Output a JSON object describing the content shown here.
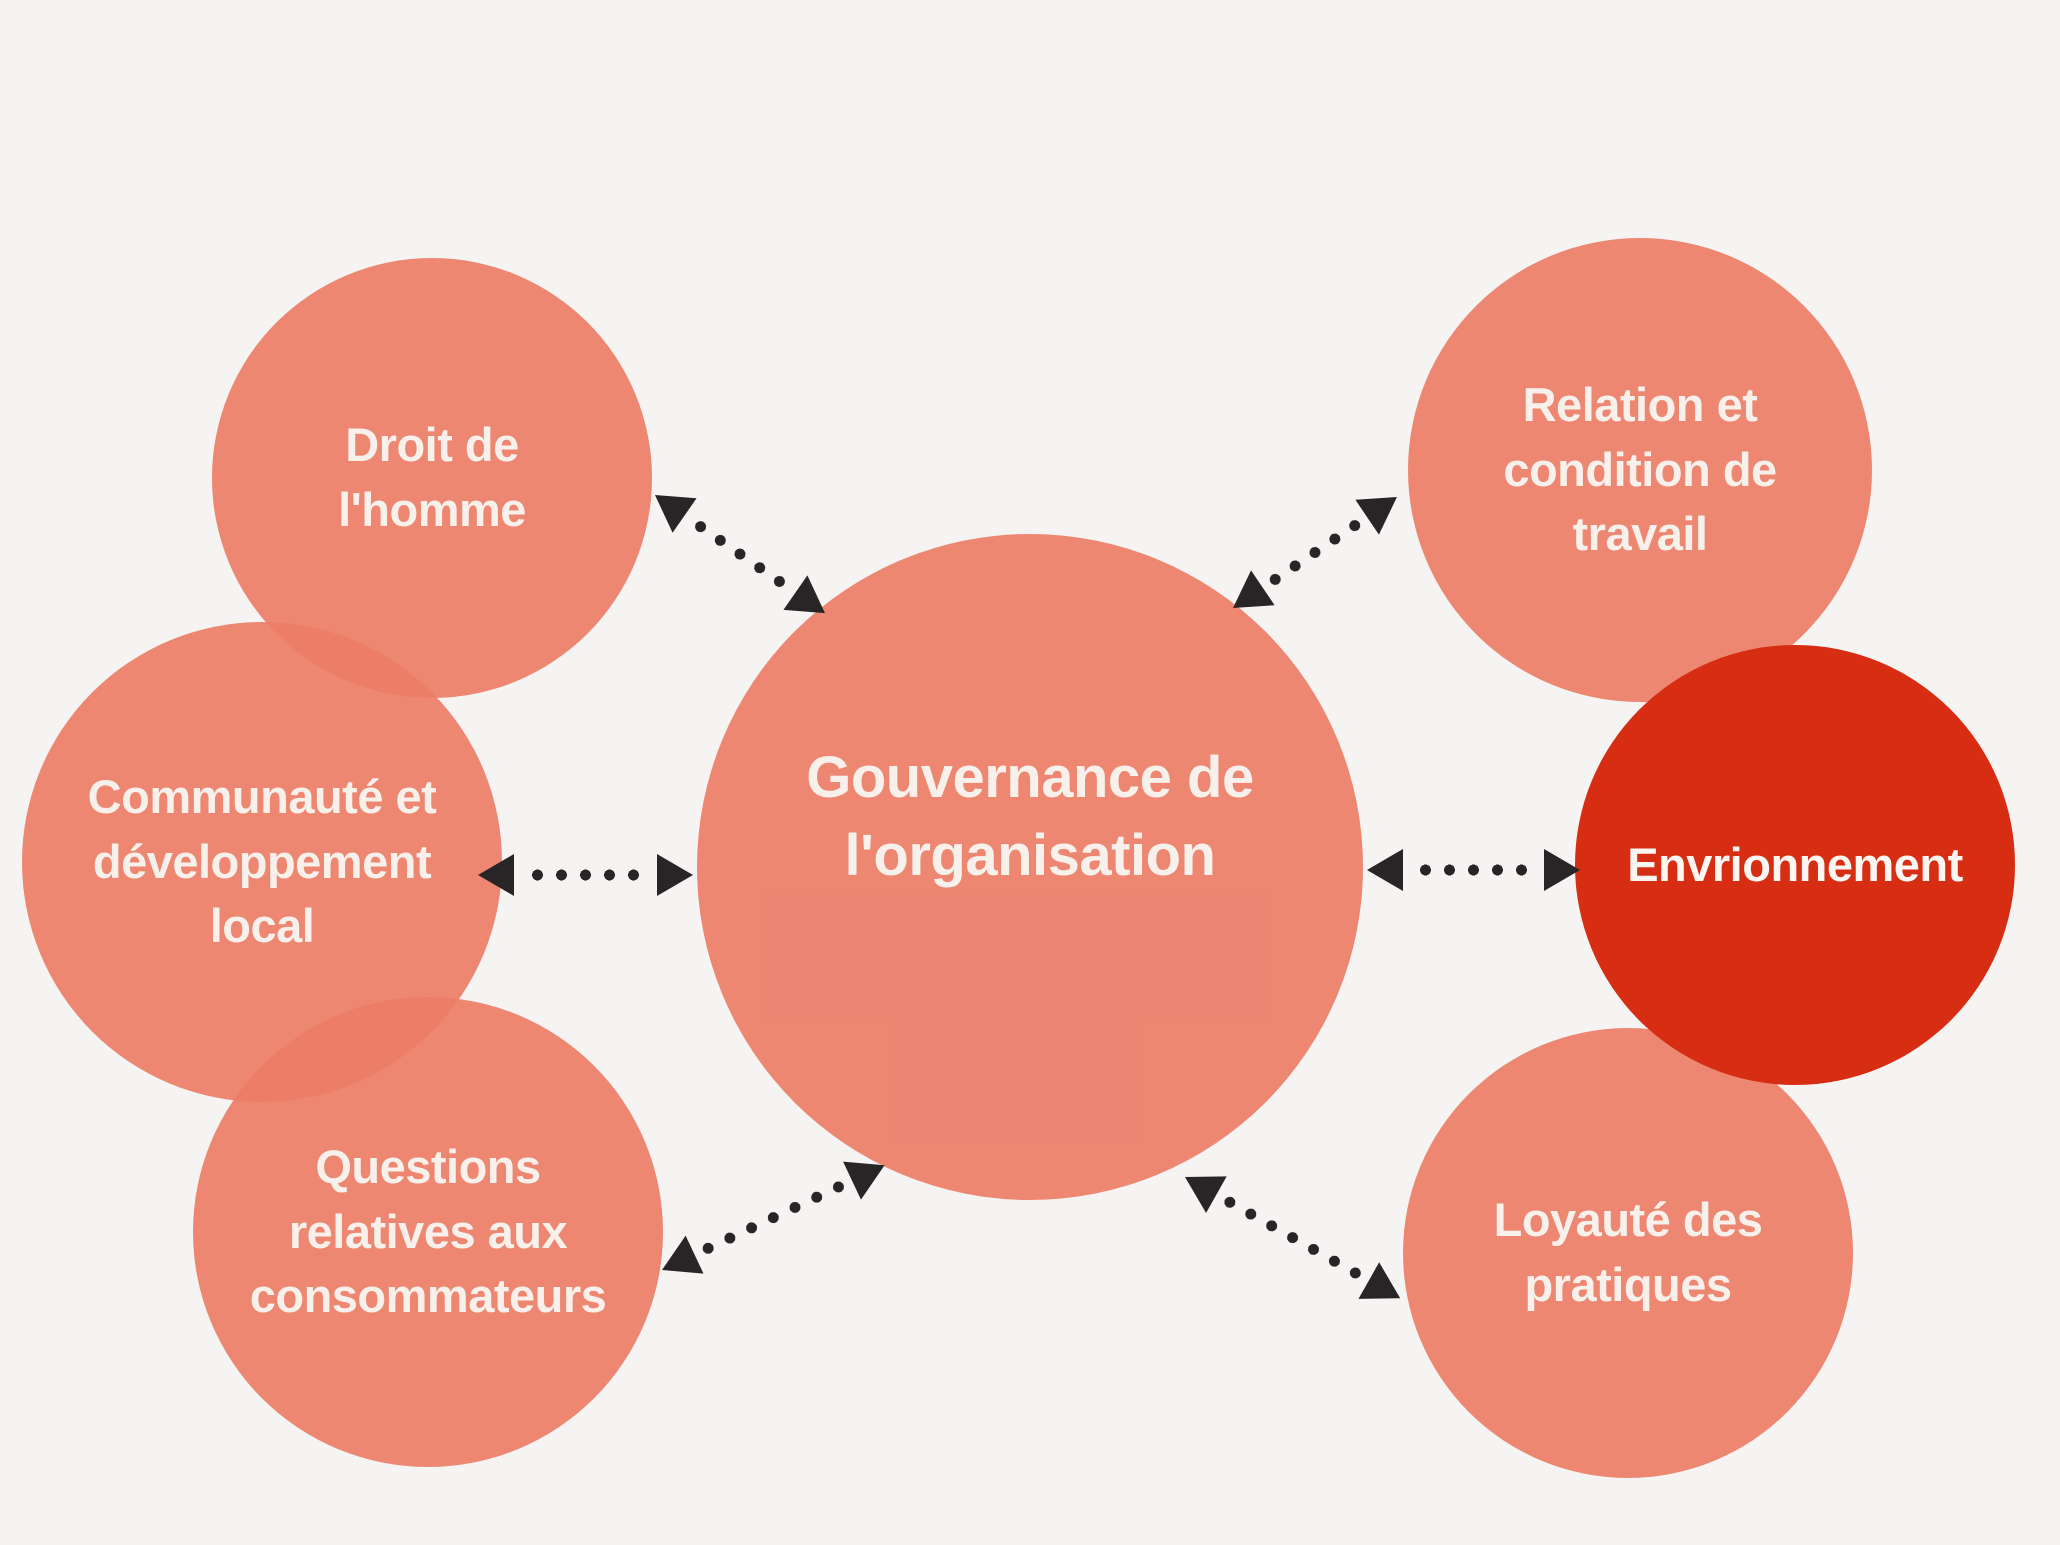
{
  "diagram": {
    "background_color": "#f5f4f2",
    "bubble_color": "#e98672",
    "bubble_overlap_color": "#eb7e68",
    "highlight_bubble_color": "#d62d13",
    "text_color": "#f8f0eb",
    "arrow_color": "#272525",
    "nodes": {
      "gouvernance": {
        "label": "Gouvernance de\nl'organisation",
        "role": "center"
      },
      "droit": {
        "label": "Droit de\nl'homme",
        "role": "satellite"
      },
      "communaute": {
        "label": "Communauté et\ndéveloppement\nlocal",
        "role": "satellite"
      },
      "questions": {
        "label": "Questions\nrelatives aux\nconsommateurs",
        "role": "satellite"
      },
      "relation": {
        "label": "Relation et\ncondition de\ntravail",
        "role": "satellite"
      },
      "environnement": {
        "label": "Envrionnement",
        "role": "satellite-highlight"
      },
      "loyaute": {
        "label": "Loyauté des\npratiques",
        "role": "satellite"
      }
    },
    "connections": [
      {
        "from": "gouvernance",
        "to": "droit",
        "style": "dotted-double-arrow"
      },
      {
        "from": "gouvernance",
        "to": "communaute",
        "style": "dotted-double-arrow"
      },
      {
        "from": "gouvernance",
        "to": "questions",
        "style": "dotted-double-arrow"
      },
      {
        "from": "gouvernance",
        "to": "relation",
        "style": "dotted-double-arrow"
      },
      {
        "from": "gouvernance",
        "to": "environnement",
        "style": "dotted-double-arrow"
      },
      {
        "from": "gouvernance",
        "to": "loyaute",
        "style": "dotted-double-arrow"
      }
    ]
  }
}
